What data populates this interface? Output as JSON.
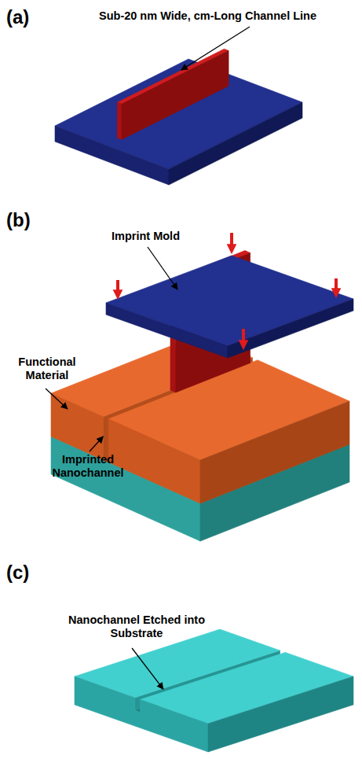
{
  "diagram": {
    "labels": [
      "(a)",
      "Sub-20 nm Wide, cm-Long Channel Line",
      "(b)",
      "Imprint Mold",
      "Functional Material",
      "Imprinted Nanochannel",
      "(c)",
      "Nanochannel Etched into Substrate"
    ]
  }
}
